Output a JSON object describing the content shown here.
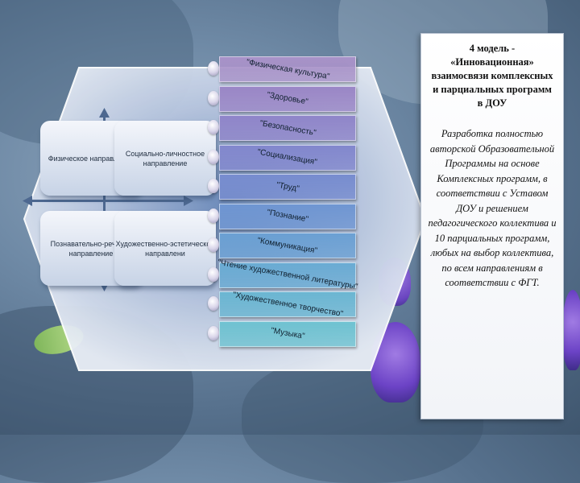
{
  "quadrants": [
    "Физическое направление",
    "Социально-личностное направление",
    "Познавательно-речевое направление",
    "Художественно-эстетическое направлени"
  ],
  "stack_items": [
    {
      "label": "\"Физическая культура\"",
      "color": "#a892c8"
    },
    {
      "label": "\"Здоровье\"",
      "color": "#9a86c6"
    },
    {
      "label": "\"Безопасность\"",
      "color": "#8f85c9"
    },
    {
      "label": "\"Социализация\"",
      "color": "#8287cd"
    },
    {
      "label": "\"Труд\"",
      "color": "#778ccf"
    },
    {
      "label": "\"Познание\"",
      "color": "#6f96d2"
    },
    {
      "label": "\"Коммуникация\"",
      "color": "#6ba0d3"
    },
    {
      "label": "\"Чтение художественной литературы\"",
      "color": "#6aabd3"
    },
    {
      "label": "\"Художественное творчество\"",
      "color": "#6bb6d2"
    },
    {
      "label": "\"Музыка\"",
      "color": "#6fc2d1"
    }
  ],
  "panel": {
    "title": "4 модель - «Инновационная» взаимосвязи комплексных и парциальных программ в ДОУ",
    "body": "Разработка полностью авторской Образовательной Программы на основе Комплексных программ, в соответствии с Уставом ДОУ и решением педагогического коллектива и 10 парциальных программ, любых на выбор коллектива, по всем направлениям в соответствии с ФГТ."
  }
}
